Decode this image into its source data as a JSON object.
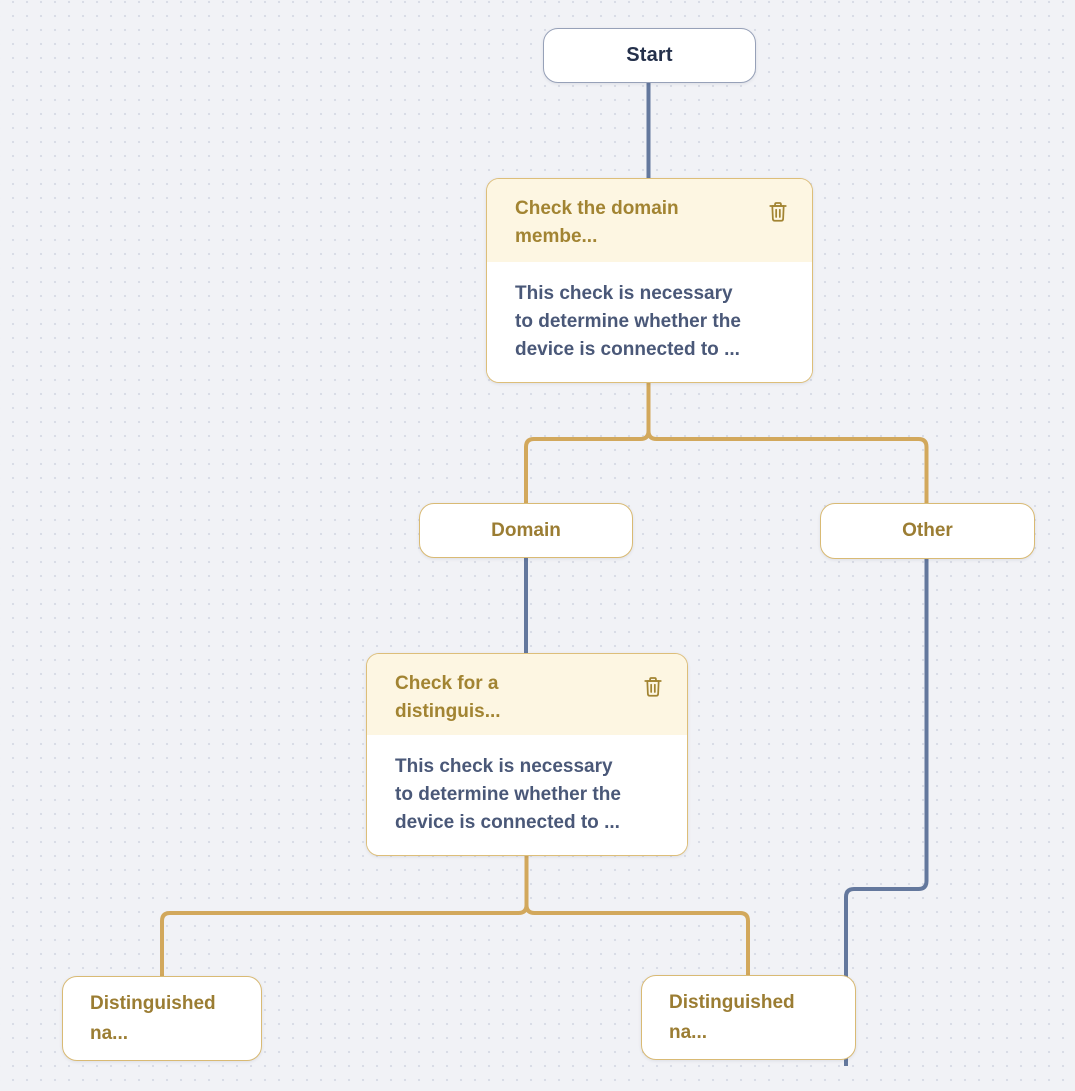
{
  "palette": {
    "background": "#f1f2f6",
    "dot_grid": "#d9dce6",
    "blue_connector": "#64789d",
    "gold_connector": "#d2a85c",
    "gold_border": "#ddbe79",
    "start_border": "#97a1b8",
    "card_header_bg": "#fdf6e2",
    "card_title_text": "#a28432",
    "card_body_text": "#4a5878",
    "branch_label_text": "#9b7d33",
    "start_label_text": "#24304b"
  },
  "nodes": {
    "start": {
      "label": "Start"
    },
    "check_domain": {
      "title_lines": [
        "Check the domain",
        "membe..."
      ],
      "body_lines": [
        "This check is necessary",
        "to determine whether the",
        "device is connected to ..."
      ],
      "delete_icon": "trash-icon"
    },
    "domain": {
      "label": "Domain"
    },
    "other": {
      "label": "Other"
    },
    "check_distinguished": {
      "title_lines": [
        "Check for a",
        "distinguis..."
      ],
      "body_lines": [
        "This check is necessary",
        "to determine whether the",
        "device is connected to ..."
      ],
      "delete_icon": "trash-icon"
    },
    "leaf_left": {
      "label_lines": [
        "Distinguished",
        "na..."
      ]
    },
    "leaf_right": {
      "label_lines": [
        "Distinguished",
        "na..."
      ]
    }
  }
}
